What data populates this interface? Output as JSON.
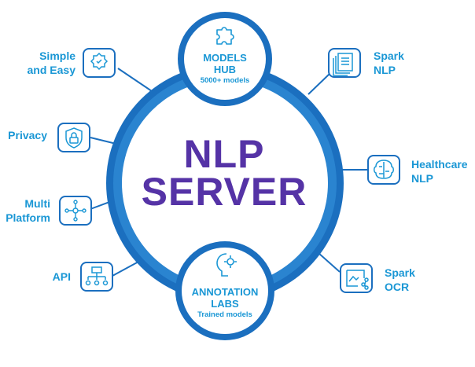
{
  "center": {
    "line1": "NLP",
    "line2": "SERVER"
  },
  "models_hub": {
    "line1": "MODELS",
    "line2": "HUB",
    "sub": "5000+ models",
    "icon": "puzzle-icon"
  },
  "annotation_labs": {
    "line1": "ANNOTATION",
    "line2": "LABS",
    "sub": "Trained models",
    "icon": "brain-gear-icon"
  },
  "features_left": [
    {
      "line1": "Simple",
      "line2": "and Easy",
      "icon": "award-ribbon-icon"
    },
    {
      "line1": "Privacy",
      "line2": "",
      "icon": "shield-lock-icon"
    },
    {
      "line1": "Multi",
      "line2": "Platform",
      "icon": "network-nodes-icon"
    },
    {
      "line1": "API",
      "line2": "",
      "icon": "hierarchy-icon"
    }
  ],
  "features_right": [
    {
      "line1": "Spark",
      "line2": "NLP",
      "icon": "documents-stack-icon"
    },
    {
      "line1": "Healthcare",
      "line2": "NLP",
      "icon": "brain-circuit-icon"
    },
    {
      "line1": "Spark",
      "line2": "OCR",
      "icon": "image-scan-icon"
    }
  ],
  "colors": {
    "ring": "#1b6fbf",
    "ring_light": "#2a84d0",
    "accent": "#1a97d5",
    "title": "#5533a6",
    "bubble_fill": "#ffffff"
  }
}
